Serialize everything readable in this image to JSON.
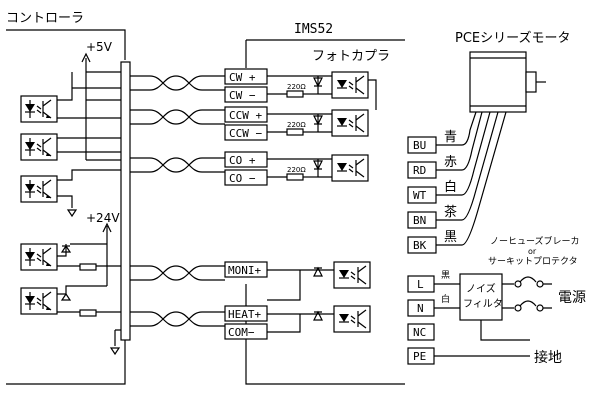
{
  "controller": {
    "title": "コントローラ",
    "v5": "+5V",
    "v24": "+24V"
  },
  "ims": {
    "title": "IMS52",
    "photocoupler": "フォトカプラ"
  },
  "terminals": {
    "cw_plus": "CW +",
    "cw_minus": "CW −",
    "ccw_plus": "CCW +",
    "ccw_minus": "CCW −",
    "co_plus": "CO +",
    "co_minus": "CO −",
    "moni": "MONI+",
    "heat": "HEAT+",
    "com": "COM−"
  },
  "resistor": "220Ω",
  "motor": {
    "title": "PCEシリーズモータ",
    "terminals": [
      "BU",
      "RD",
      "WT",
      "BN",
      "BK"
    ],
    "colors": [
      "青",
      "赤",
      "白",
      "茶",
      "黒"
    ]
  },
  "power": {
    "terminals": [
      "L",
      "N",
      "NC",
      "PE"
    ],
    "l_wire": "黒",
    "n_wire": "白",
    "filter_line1": "ノイズ",
    "filter_line2": "フィルタ",
    "breaker_line1": "ノーヒューズブレーカ",
    "breaker_or": "or",
    "breaker_line2": "サーキットプロテクタ",
    "supply": "電源",
    "ground": "接地"
  }
}
